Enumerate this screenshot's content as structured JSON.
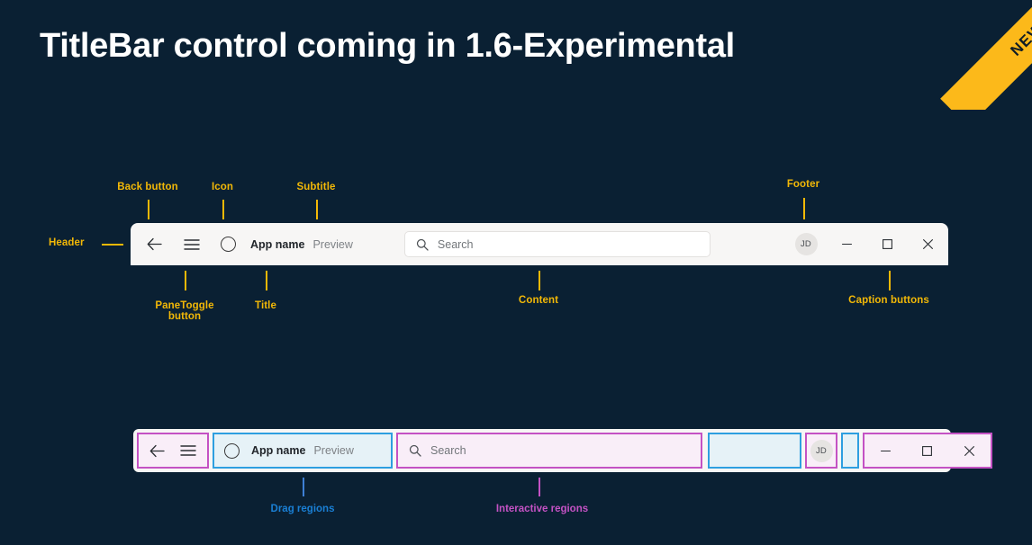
{
  "slide": {
    "title": "TitleBar control coming in 1.6-Experimental",
    "ribbon_label": "NEW",
    "background_color": "#0a2033",
    "accent_gold": "#f2b807",
    "ribbon_color": "#fcb91a"
  },
  "titlebar": {
    "back_icon": "back-arrow-icon",
    "pane_toggle_icon": "hamburger-menu-icon",
    "app_icon": "circle-app-icon",
    "title": "App name",
    "subtitle": "Preview",
    "search": {
      "icon": "search-icon",
      "placeholder": "Search"
    },
    "avatar_initials": "JD",
    "caption_buttons": [
      {
        "name": "minimize",
        "glyph": "minimize-icon"
      },
      {
        "name": "maximize",
        "glyph": "maximize-icon"
      },
      {
        "name": "close",
        "glyph": "close-icon"
      }
    ]
  },
  "annotations": {
    "header": "Header",
    "back_button": "Back button",
    "icon": "Icon",
    "subtitle": "Subtitle",
    "footer": "Footer",
    "pane_toggle_line1": "PaneToggle",
    "pane_toggle_line2": "button",
    "title_label": "Title",
    "content": "Content",
    "caption_buttons": "Caption buttons"
  },
  "legend": {
    "drag_regions": "Drag regions",
    "drag_color": "#1a7fd4",
    "interactive_regions": "Interactive regions",
    "interactive_color": "#c452c4"
  }
}
